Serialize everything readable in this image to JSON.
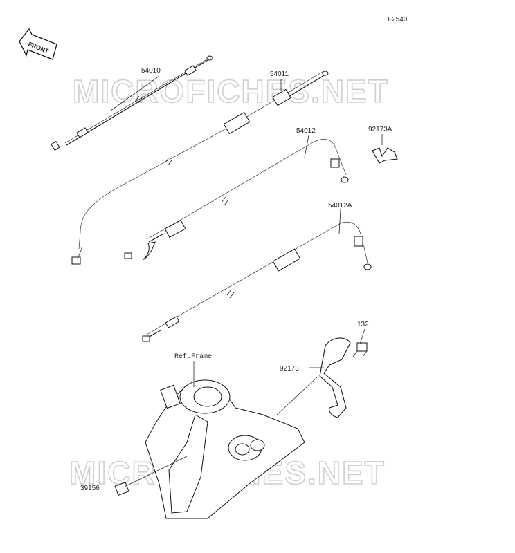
{
  "figure_code": "F2540",
  "front_label": "FRONT",
  "watermark": "MICROFICHES.NET",
  "ref_frame": "Ref.Frame",
  "parts": {
    "p54010": "54010",
    "p54011": "54011",
    "p54012": "54012",
    "p54012A": "54012A",
    "p92173A": "92173A",
    "p132": "132",
    "p92173": "92173",
    "p39156": "39156"
  }
}
